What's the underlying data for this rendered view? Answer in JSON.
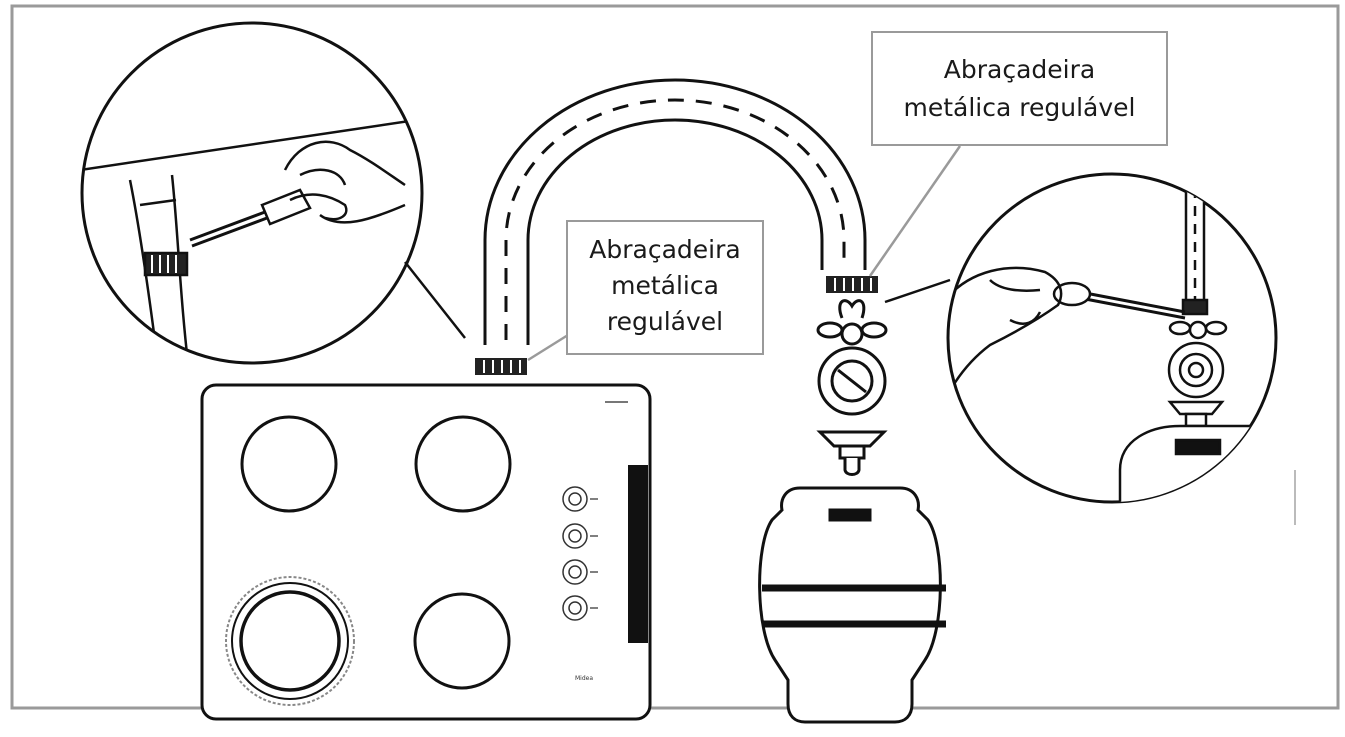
{
  "labels": {
    "middle_clamp": {
      "lines": [
        "Abraçadeira",
        "metálica",
        "regulável"
      ]
    },
    "right_clamp": {
      "lines": [
        "Abraçadeira",
        "metálica regulável"
      ]
    }
  },
  "cooktop": {
    "brand": "Midea",
    "burner_count": 4,
    "knob_count": 4
  },
  "colors": {
    "line": "#111111",
    "frame": "#9a9a9a",
    "background": "#ffffff"
  }
}
